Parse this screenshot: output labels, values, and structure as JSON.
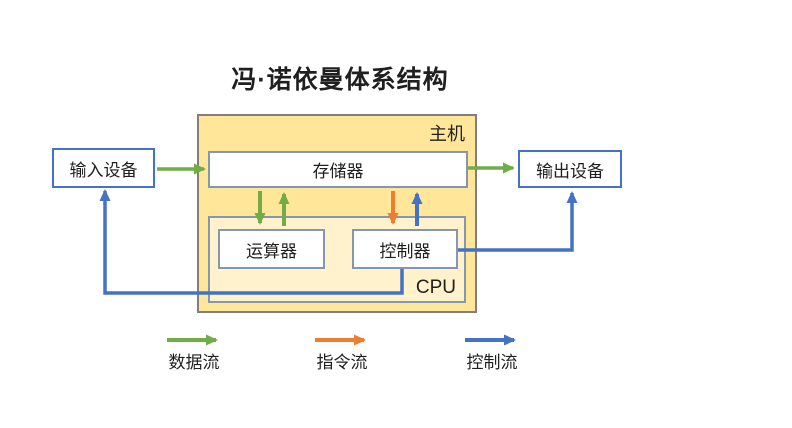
{
  "title": "冯·诺依曼体系结构",
  "diagram": {
    "host_label": "主机",
    "memory_label": "存储器",
    "alu_label": "运算器",
    "control_unit_label": "控制器",
    "cpu_label": "CPU",
    "input_device_label": "输入设备",
    "output_device_label": "输出设备"
  },
  "legend": {
    "items": [
      {
        "label": "数据流",
        "color": "#70AD47"
      },
      {
        "label": "指令流",
        "color": "#ED7D31"
      },
      {
        "label": "控制流",
        "color": "#4472C4"
      }
    ]
  },
  "colors": {
    "data_flow_green": "#70AD47",
    "instruction_flow_orange": "#ED7D31",
    "control_flow_blue": "#4472C4",
    "host_fill": "#FFE699",
    "cpu_fill": "#FFF2CC",
    "host_border": "#7F7F7F",
    "inner_box_border": "#8496B0",
    "device_box_border": "#4472C4",
    "text": "#1F1F1F",
    "background": "#FFFFFF"
  }
}
